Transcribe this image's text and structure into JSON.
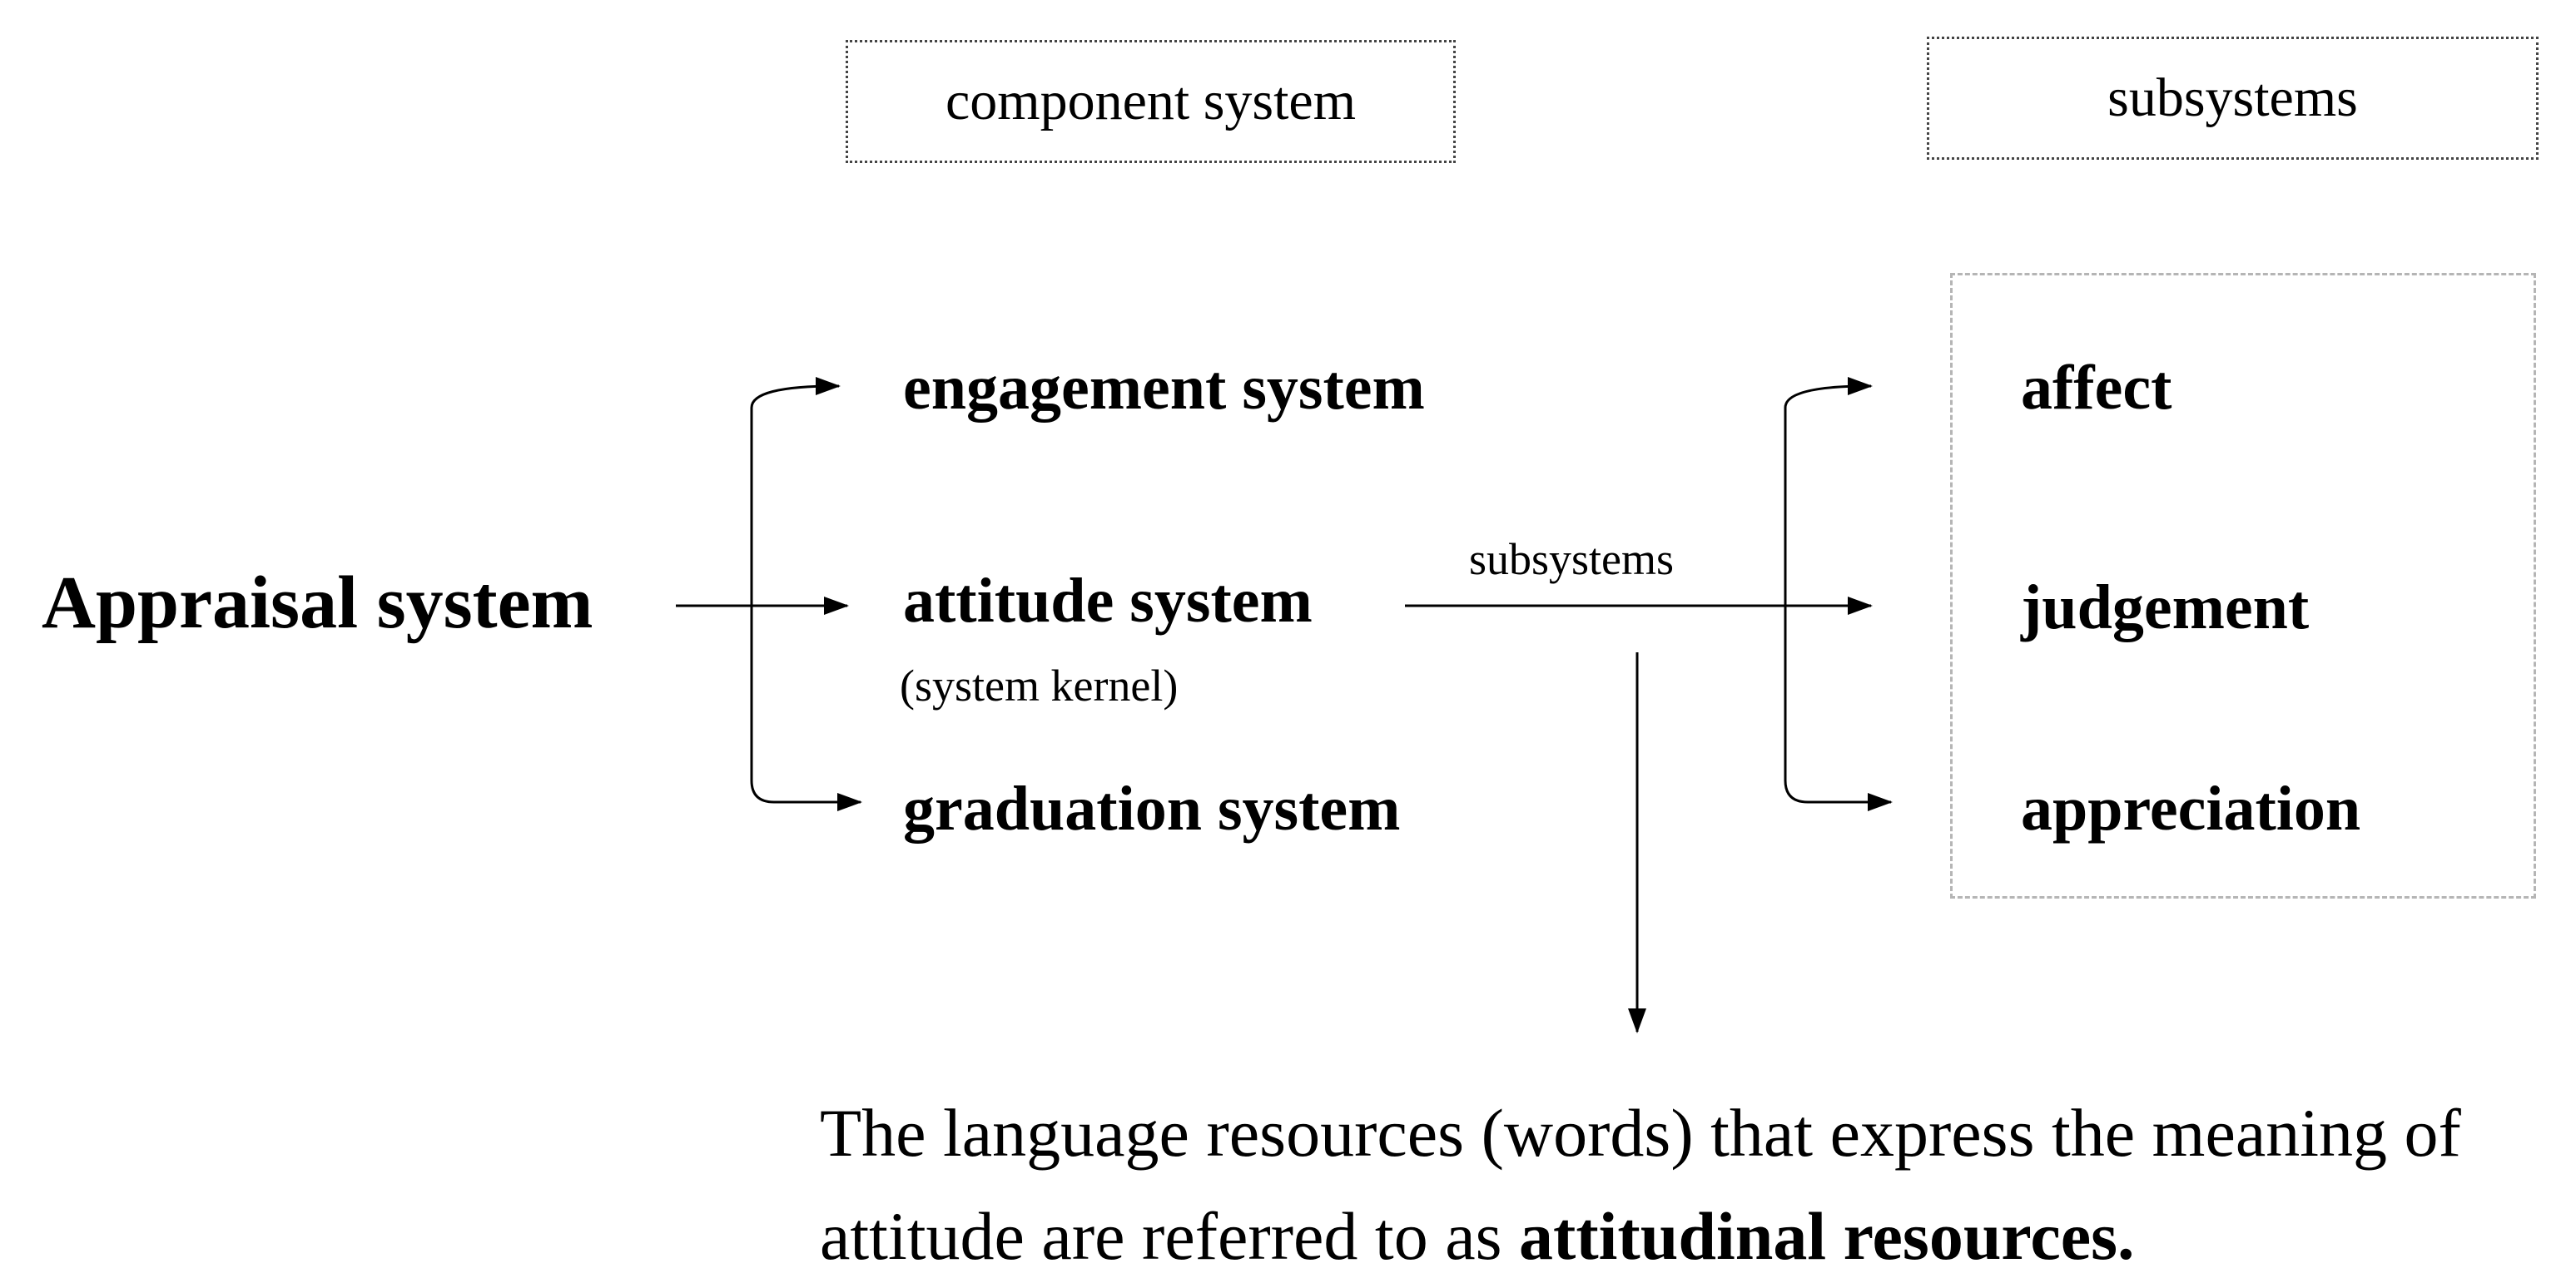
{
  "headers": {
    "component_system": "component system",
    "subsystems": "subsystems"
  },
  "root": "Appraisal system",
  "components": {
    "engagement": "engagement system",
    "attitude": "attitude system",
    "attitude_note": "(system kernel)",
    "graduation": "graduation system"
  },
  "edge_label": "subsystems",
  "attitude_subsystems": {
    "affect": "affect",
    "judgement": "judgement",
    "appreciation": "appreciation"
  },
  "conclusion": {
    "line1": "The language resources (words) that express the meaning of",
    "line2_prefix": "attitude are referred to as ",
    "line2_bold": "attitudinal resources."
  },
  "colors": {
    "text": "#000000",
    "header_border": "#444444",
    "group_border": "#b5b5b5"
  }
}
